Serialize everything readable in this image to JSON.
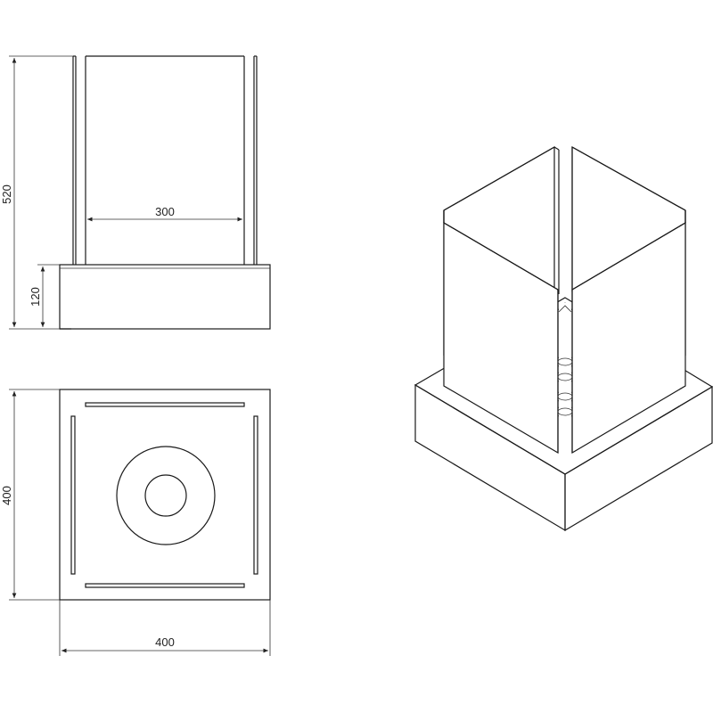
{
  "drawing": {
    "views": {
      "front": {
        "dims": {
          "height_total": "520",
          "base_height": "120",
          "glass_width": "300"
        }
      },
      "top": {
        "dims": {
          "depth": "400",
          "width": "400"
        }
      },
      "isometric": {}
    }
  },
  "colors": {
    "line": "#1a1a1a",
    "background": "#ffffff"
  }
}
